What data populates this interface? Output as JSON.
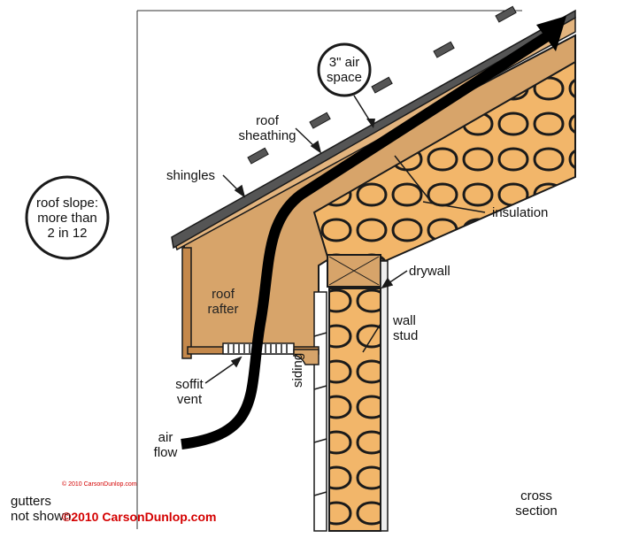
{
  "labels": {
    "air_space": "3\" air\nspace",
    "roof_sheathing": "roof\nsheathing",
    "shingles": "shingles",
    "insulation": "insulation",
    "roof_slope": "roof slope:\nmore than\n2 in 12",
    "drywall": "drywall",
    "roof_rafter": "roof\nrafter",
    "wall_stud": "wall\nstud",
    "soffit_vent": "soffit\nvent",
    "siding": "siding",
    "air_flow": "air\nflow",
    "gutters": "gutters\nnot shown",
    "cross_section": "cross\nsection"
  },
  "copyright": {
    "small": "© 2010 CarsonDunlop.com",
    "large": "©2010 CarsonDunlop.com"
  },
  "colors": {
    "wood": "#d7a46a",
    "wood_dark": "#b98248",
    "insulation": "#f2b66a",
    "shingle": "#555555",
    "outline": "#1a1a1a",
    "copyright": "#d40000"
  }
}
